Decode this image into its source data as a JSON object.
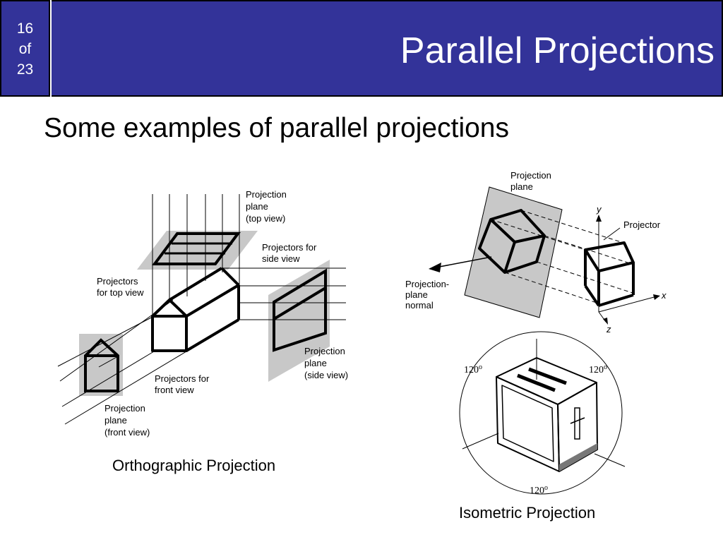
{
  "slide": {
    "counter": {
      "current": "16",
      "of_label": "of",
      "total": "23"
    },
    "title": "Parallel Projections",
    "subtitle": "Some examples of parallel projections"
  },
  "orthographic": {
    "caption": "Orthographic Projection",
    "labels": {
      "plane_top": [
        "Projection",
        "plane",
        "(top view)"
      ],
      "projectors_side": [
        "Projectors for",
        "side view"
      ],
      "projectors_top": [
        "Projectors",
        "for top view"
      ],
      "plane_side": [
        "Projection",
        "plane",
        "(side view)"
      ],
      "projectors_front": [
        "Projectors for",
        "front view"
      ],
      "plane_front": [
        "Projection",
        "plane",
        "(front view)"
      ]
    }
  },
  "oblique": {
    "labels": {
      "plane": [
        "Projection",
        "plane"
      ],
      "projector": "Projector",
      "normal": [
        "Projection-",
        "plane",
        "normal"
      ],
      "axis_x": "x",
      "axis_y": "y",
      "axis_z": "z"
    }
  },
  "isometric": {
    "caption": "Isometric Projection",
    "angle_left": "120",
    "angle_right": "120",
    "angle_bottom": "120",
    "degree_mark": "o"
  },
  "colors": {
    "header_bg": "#333399",
    "plane_fill": "#c8c8c8"
  }
}
